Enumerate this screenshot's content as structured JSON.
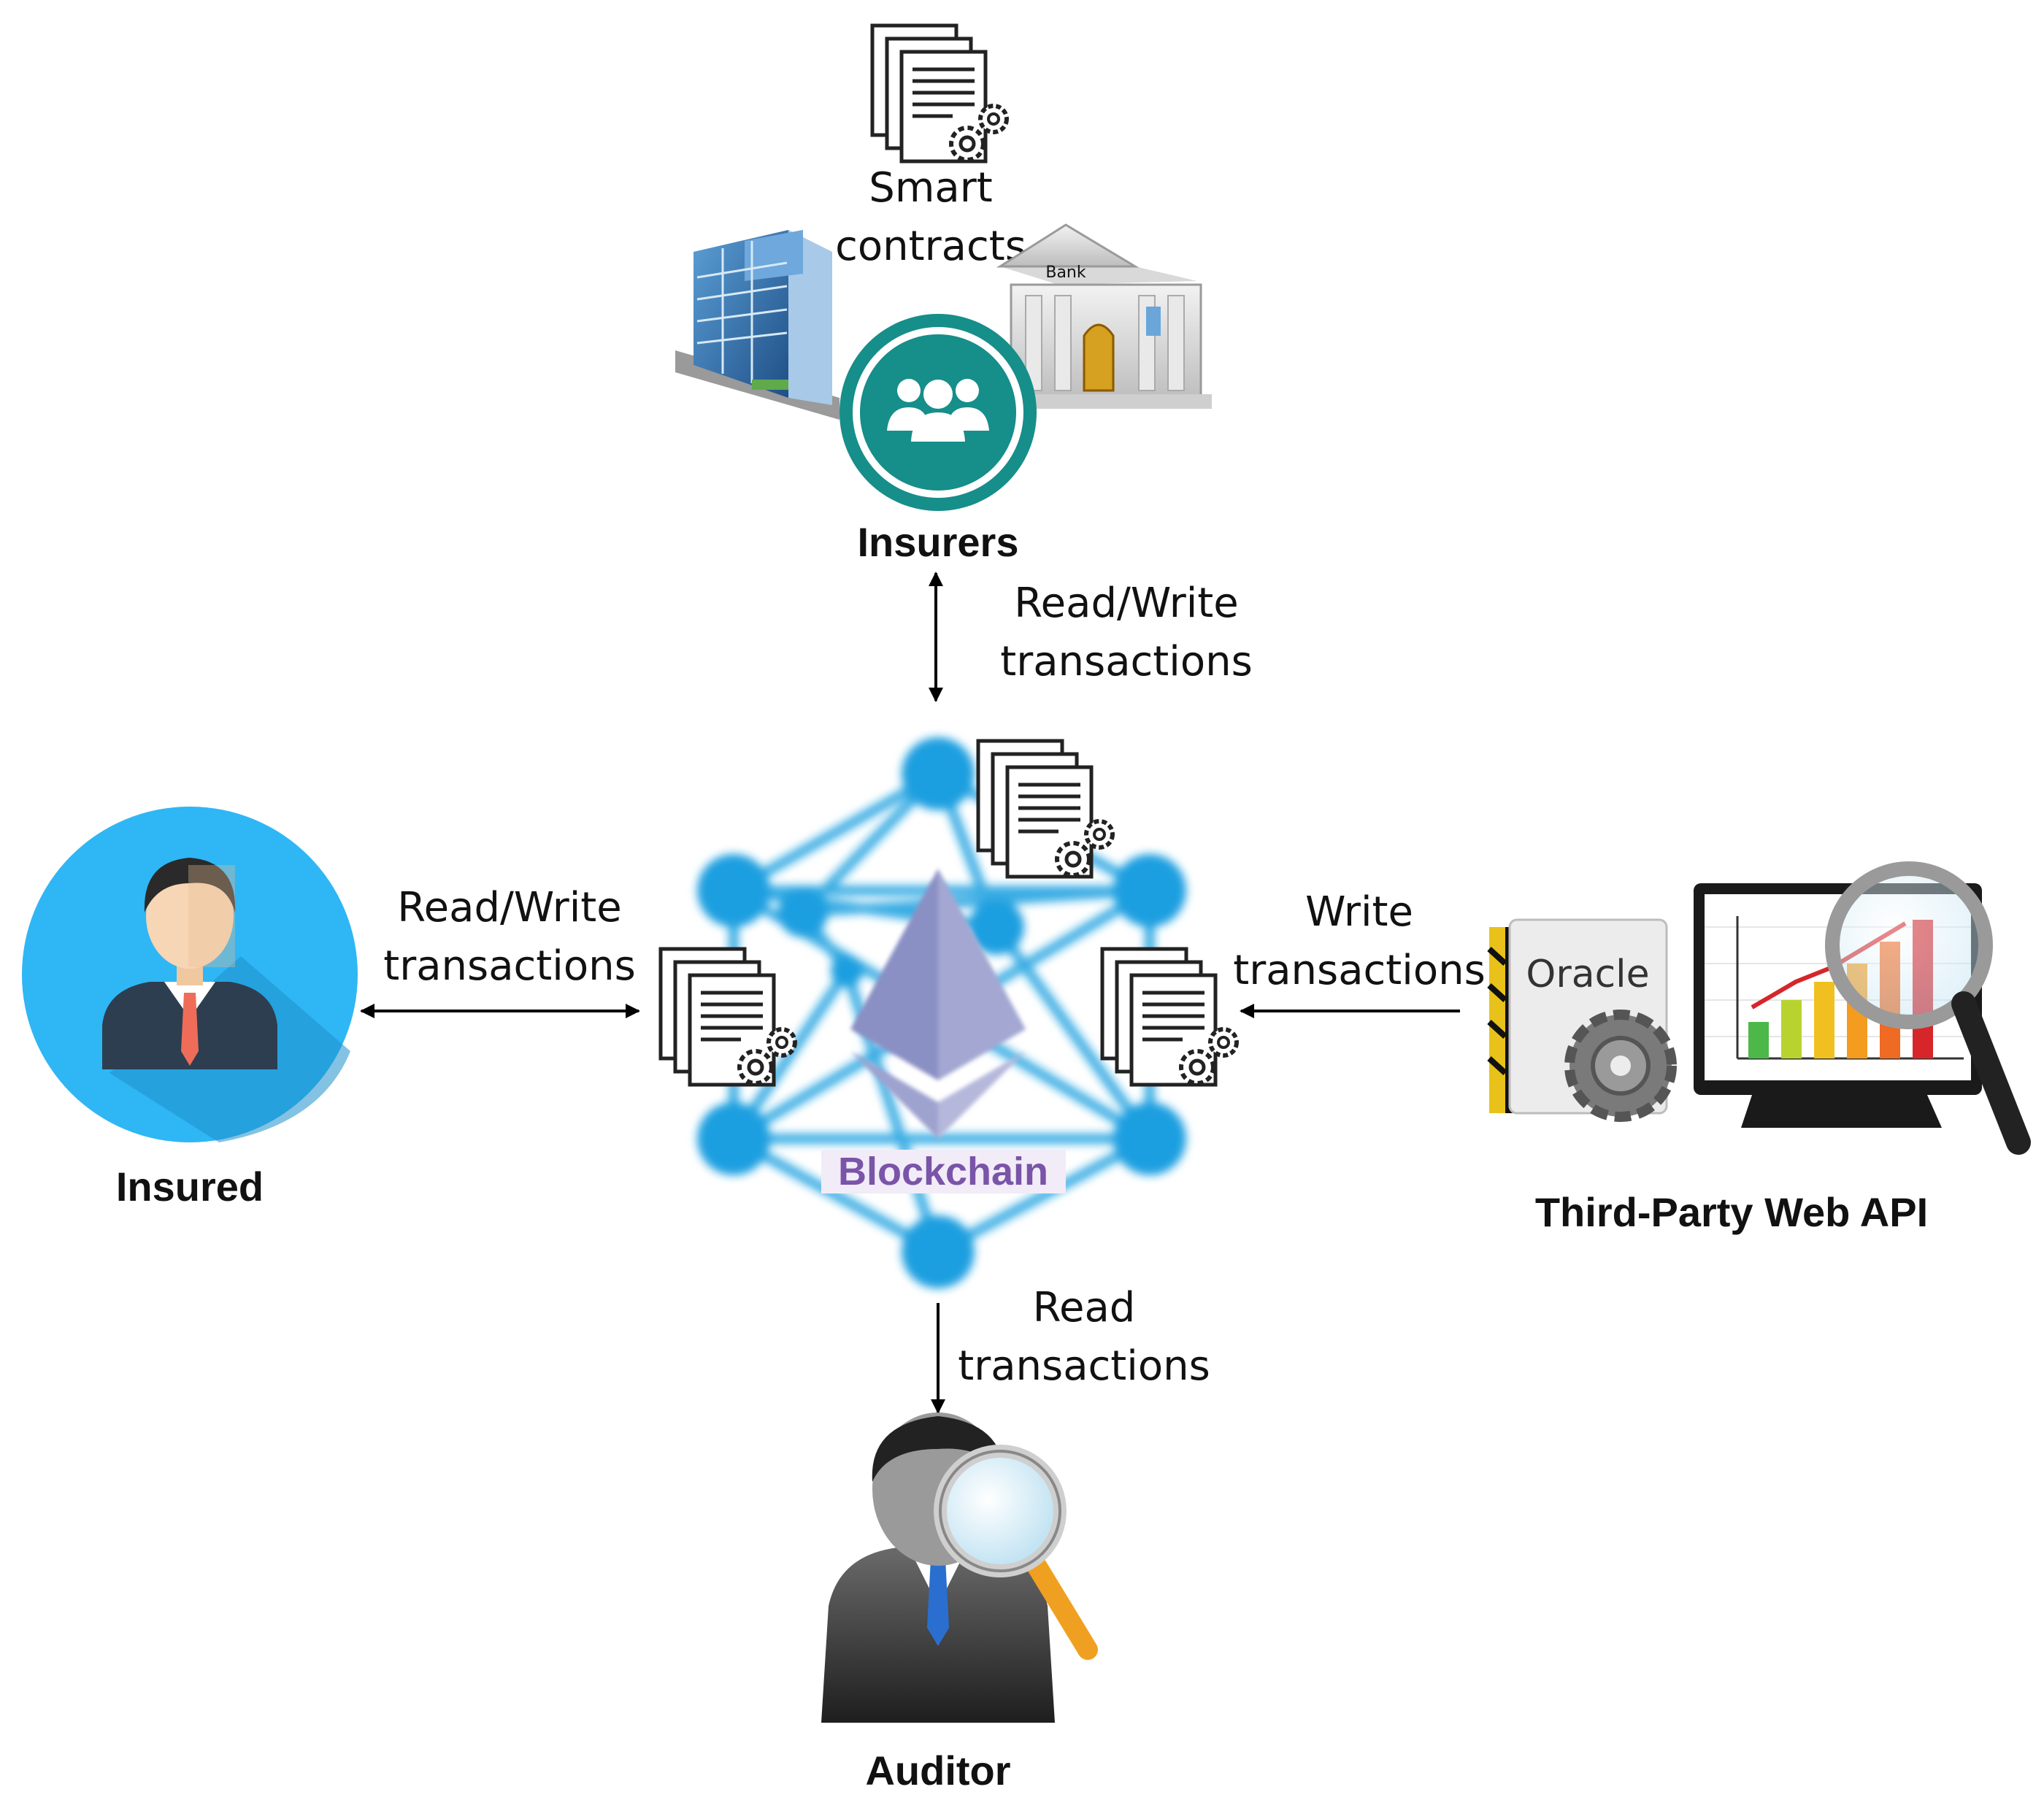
{
  "smart_contracts": {
    "line1": "Smart",
    "line2": "contracts"
  },
  "nodes": {
    "insurers": "Insurers",
    "insured": "Insured",
    "third_party": "Third-Party Web API",
    "auditor": "Auditor",
    "blockchain": "Blockchain",
    "oracle": "Oracle",
    "bank": "Bank"
  },
  "edges": {
    "insurers_blockchain": {
      "line1": "Read/Write",
      "line2": "transactions"
    },
    "insured_blockchain": {
      "line1": "Read/Write",
      "line2": "transactions"
    },
    "api_blockchain": {
      "line1": "Write",
      "line2": "transactions"
    },
    "blockchain_auditor": {
      "line1": "Read",
      "line2": "transactions"
    }
  },
  "colors": {
    "teal": "#168e8a",
    "insured_circle": "#2fb6f5",
    "network": "#1a9fe0",
    "ethereum": "#8a8fc4",
    "blockchain_label": "#7a54a8",
    "arrow": "#000000"
  }
}
